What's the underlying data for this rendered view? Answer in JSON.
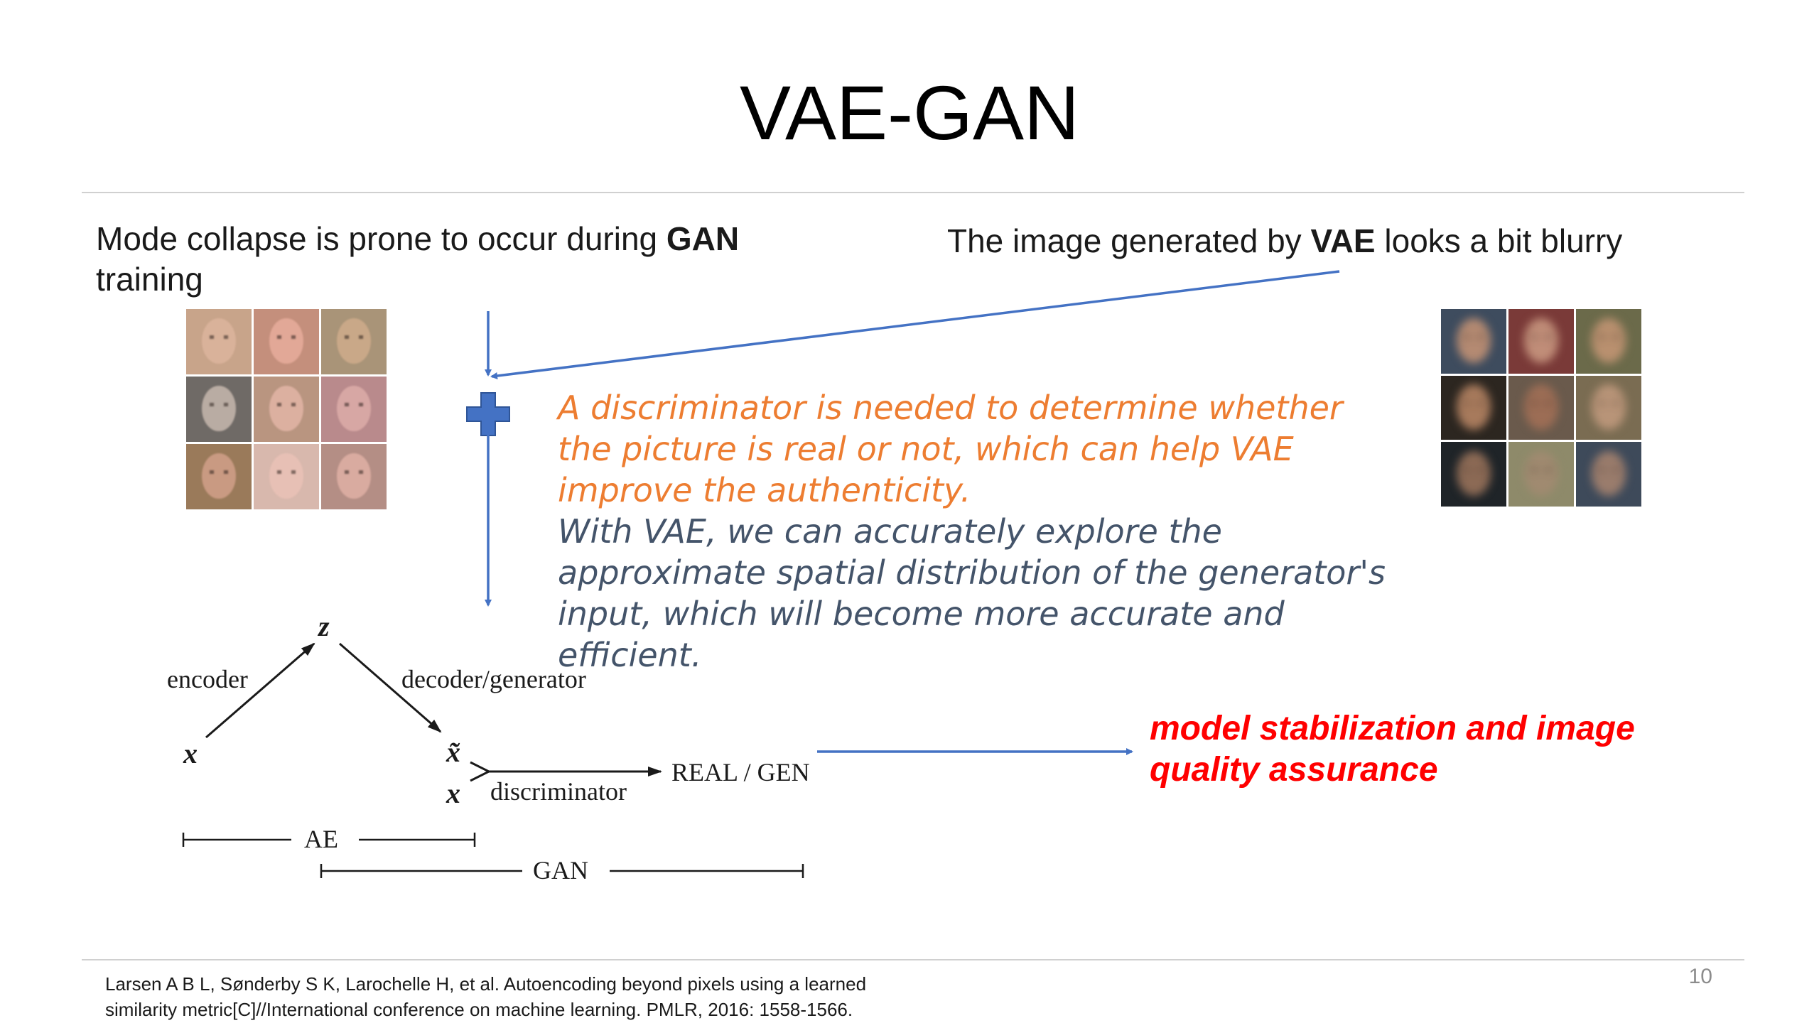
{
  "slide": {
    "title": "VAE-GAN",
    "page_number": "10"
  },
  "left_note": {
    "text_before": "Mode collapse is prone to occur during ",
    "emphasis": "GAN",
    "text_after": " training"
  },
  "right_note": {
    "text_before": "The image generated by ",
    "emphasis": "VAE",
    "text_after": " looks a bit blurry"
  },
  "description": {
    "line_orange": "A discriminator is needed to determine whether the picture is real or not, which can help VAE improve the authenticity.",
    "line_slate": "With VAE, we can accurately explore the approximate spatial distribution of the generator's input, which will become more accurate and efficient."
  },
  "result": {
    "text": "model stabilization and image quality assurance"
  },
  "diagram": {
    "z": "z",
    "x_input": "x",
    "x_tilde": "x̃",
    "x_real": "x",
    "encoder": "encoder",
    "decoder": "decoder/generator",
    "discriminator": "discriminator",
    "output": "REAL / GEN",
    "ae_span": "AE",
    "gan_span": "GAN"
  },
  "citation": {
    "line1": "Larsen A B L, Sønderby S K, Larochelle H, et al. Autoencoding beyond pixels using a learned",
    "line2": "similarity metric[C]//International conference on machine learning. PMLR, 2016: 1558-1566."
  },
  "colors": {
    "arrow_blue": "#4472C4",
    "orange_text": "#ED7D31",
    "slate_text": "#44546A",
    "red_text": "#FF0000"
  },
  "images": {
    "gan_faces": {
      "description_icon": "face-sample-grid",
      "skin_tones": [
        "#d9b29a",
        "#e2a897",
        "#c9a888",
        "#b9aca3",
        "#dcb0a0",
        "#d7a7a4",
        "#c99a82",
        "#e7c0b5",
        "#d9aba0"
      ],
      "backgrounds": [
        "#c8a48a",
        "#c48f7c",
        "#a99478",
        "#6f6a66",
        "#b99580",
        "#b98a8c",
        "#9a7a5a",
        "#d8b8ad",
        "#b48e85"
      ]
    },
    "vae_faces": {
      "description_icon": "blurry-face-sample-grid",
      "skin_tones": [
        "#b48a72",
        "#c08d78",
        "#b9906f",
        "#a77a5c",
        "#9c6d55",
        "#b89478",
        "#8c6a55",
        "#a08a70",
        "#9a7c6c"
      ],
      "backgrounds": [
        "#3e4c5e",
        "#7a3a38",
        "#6b6a4a",
        "#2c2620",
        "#6a5a4c",
        "#7a6c52",
        "#1f2428",
        "#8e8a6a",
        "#3e4a5a"
      ]
    }
  }
}
